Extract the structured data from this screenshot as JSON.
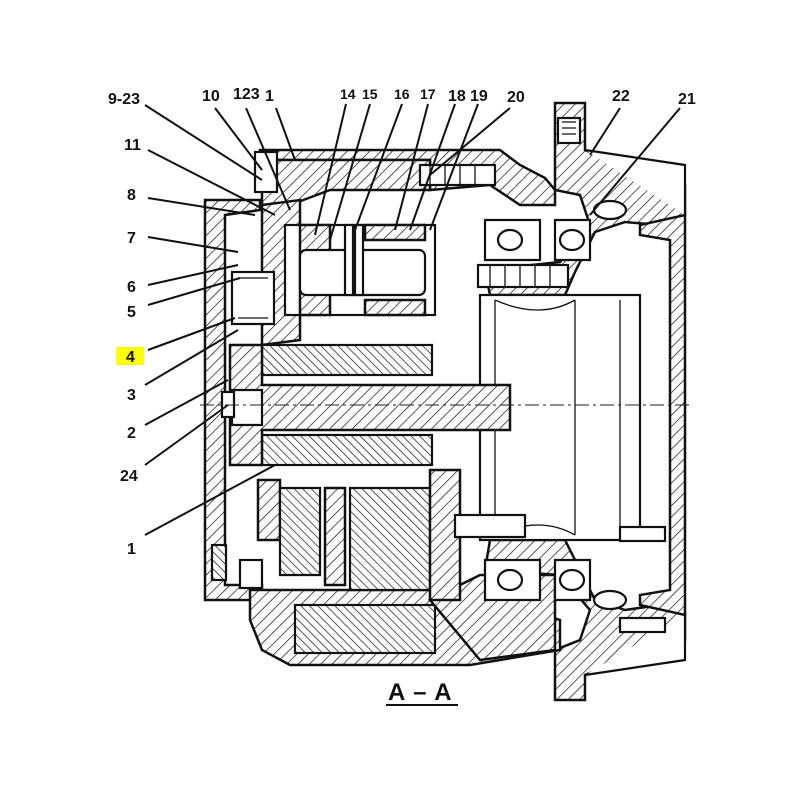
{
  "figure": {
    "section_label": "A – A",
    "highlight_color": "#ffff00",
    "line_color": "#111111",
    "background": "#ffffff"
  },
  "callouts_top": [
    {
      "id": "9-23",
      "text": "9-23"
    },
    {
      "id": "10",
      "text": "10"
    },
    {
      "id": "123",
      "text": "123"
    },
    {
      "id": "1top",
      "text": "1"
    },
    {
      "id": "14",
      "text": "14"
    },
    {
      "id": "15",
      "text": "15"
    },
    {
      "id": "16",
      "text": "16"
    },
    {
      "id": "17",
      "text": "17"
    },
    {
      "id": "18",
      "text": "18"
    },
    {
      "id": "19",
      "text": "19"
    },
    {
      "id": "20",
      "text": "20"
    },
    {
      "id": "22",
      "text": "22"
    },
    {
      "id": "21",
      "text": "21"
    }
  ],
  "callouts_left": [
    {
      "id": "11",
      "text": "11"
    },
    {
      "id": "8",
      "text": "8"
    },
    {
      "id": "7",
      "text": "7"
    },
    {
      "id": "6",
      "text": "6"
    },
    {
      "id": "5",
      "text": "5"
    },
    {
      "id": "4",
      "text": "4",
      "highlighted": true
    },
    {
      "id": "3",
      "text": "3"
    },
    {
      "id": "2",
      "text": "2"
    },
    {
      "id": "24",
      "text": "24"
    },
    {
      "id": "1left",
      "text": "1"
    }
  ]
}
